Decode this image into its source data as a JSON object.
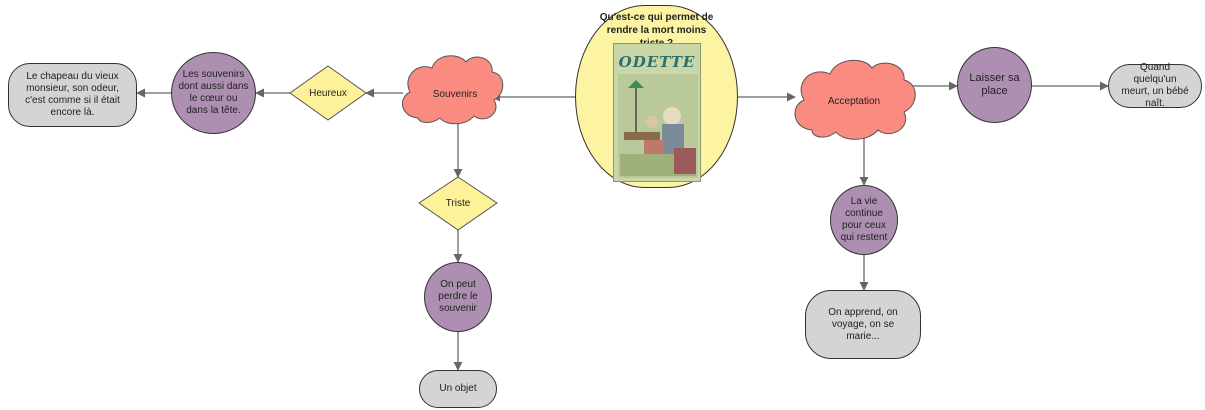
{
  "central": {
    "question": "Qu'est-ce qui permet de rendre la mort moins triste ?",
    "book_title": "ODETTE"
  },
  "nodes": {
    "souvenirs": "Souvenirs",
    "heureux": "Heureux",
    "souvenirs_coeur": "Les souvenirs dont aussi dans le cœur ou dans la tête.",
    "chapeau": "Le chapeau du vieux monsieur, son odeur, c'est comme si il était encore là.",
    "triste": "Triste",
    "perdre": "On peut perdre le souvenir",
    "objet": "Un objet",
    "acceptation": "Acceptation",
    "laisser": "Laisser sa place",
    "quand": "Quand quelqu'un meurt, un bébé naît.",
    "vie": "La vie continue pour ceux qui restent",
    "apprend": "On apprend, on voyage, on se marie..."
  },
  "colors": {
    "central_fill": "#fdf4a3",
    "cloud_fill": "#f98b80",
    "diamond_fill": "#fdf29a",
    "circle_fill": "#ad8fb2",
    "rounded_fill": "#d4d4d4",
    "edge": "#666666"
  }
}
